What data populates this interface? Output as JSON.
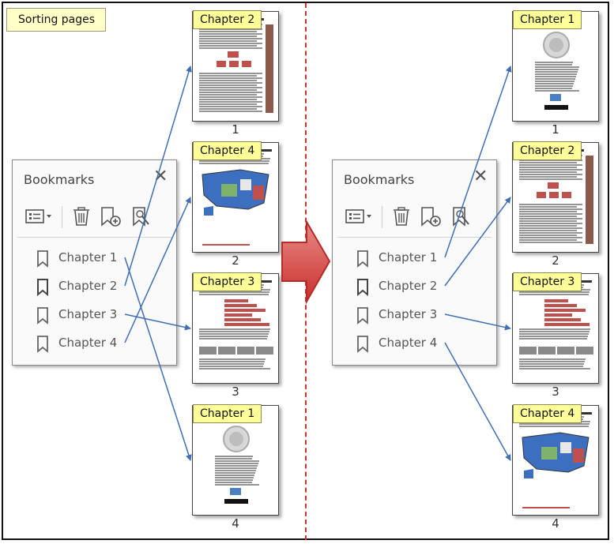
{
  "title": "Sorting pages",
  "panel": {
    "title": "Bookmarks",
    "close_icon": "close-icon",
    "tools": [
      "options-menu-icon",
      "delete-icon",
      "new-bookmark-icon",
      "find-bookmark-icon"
    ],
    "items": [
      "Chapter 1",
      "Chapter 2",
      "Chapter 3",
      "Chapter 4"
    ]
  },
  "before": {
    "pages": [
      {
        "chip": "Chapter 2",
        "number": "1",
        "content": "chart-page"
      },
      {
        "chip": "Chapter 4",
        "number": "2",
        "content": "map-page"
      },
      {
        "chip": "Chapter 3",
        "number": "3",
        "content": "bars-page"
      },
      {
        "chip": "Chapter 1",
        "number": "4",
        "content": "seal-page"
      }
    ],
    "links": [
      [
        0,
        3
      ],
      [
        1,
        0
      ],
      [
        2,
        2
      ],
      [
        3,
        1
      ]
    ]
  },
  "after": {
    "pages": [
      {
        "chip": "Chapter 1",
        "number": "1",
        "content": "seal-page"
      },
      {
        "chip": "Chapter 2",
        "number": "2",
        "content": "chart-page"
      },
      {
        "chip": "Chapter 3",
        "number": "3",
        "content": "bars-page"
      },
      {
        "chip": "Chapter 4",
        "number": "4",
        "content": "map-page"
      }
    ],
    "links": [
      [
        0,
        0
      ],
      [
        1,
        1
      ],
      [
        2,
        2
      ],
      [
        3,
        3
      ]
    ]
  },
  "colors": {
    "arrow_line": "#3f6fb5",
    "big_arrow": "#d9534f",
    "divider": "#c0392b",
    "chip": "#ffff99"
  }
}
